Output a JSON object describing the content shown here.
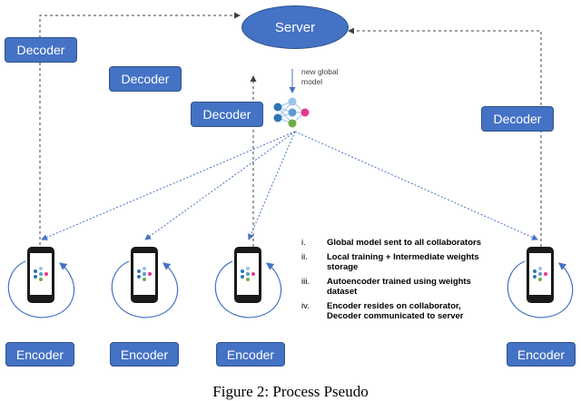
{
  "server": {
    "label": "Server"
  },
  "decoders": [
    "Decoder",
    "Decoder",
    "Decoder",
    "Decoder"
  ],
  "encoders": [
    "Encoder",
    "Encoder",
    "Encoder",
    "Encoder"
  ],
  "note": {
    "line1": "new global",
    "line2": "model"
  },
  "steps": [
    {
      "num": "i.",
      "text": "Global model sent to all collaborators"
    },
    {
      "num": "ii.",
      "text": "Local training + Intermediate weights  storage"
    },
    {
      "num": "iii.",
      "text": "Autoencoder trained using weights dataset"
    },
    {
      "num": "iv.",
      "text": "Encoder resides on collaborator, Decoder communicated to server"
    }
  ],
  "caption": "Figure 2: Process Pseudo",
  "colors": {
    "box": "#4472c4",
    "edge": "#4472c4",
    "dashed": "#404040"
  }
}
